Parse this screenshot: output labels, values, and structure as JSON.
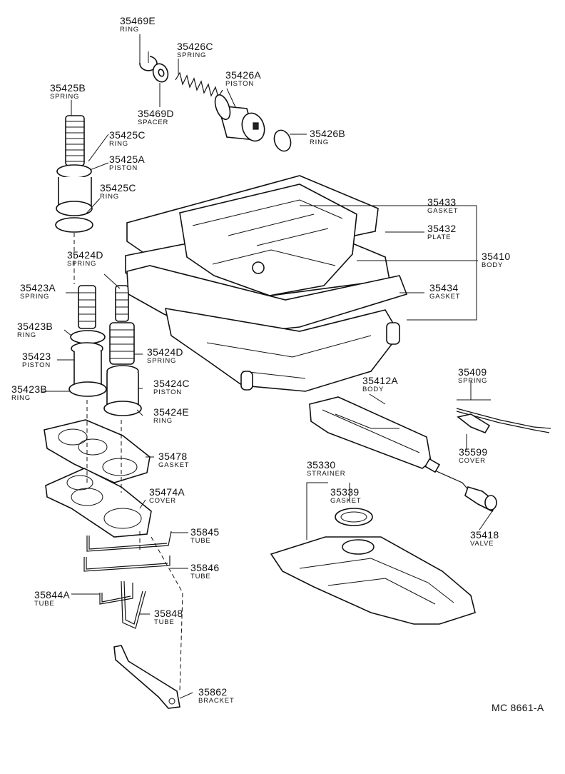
{
  "parts": {
    "p35469E": {
      "number": "35469E",
      "name": "RING"
    },
    "p35426C": {
      "number": "35426C",
      "name": "SPRING"
    },
    "p35425B": {
      "number": "35425B",
      "name": "SPRING"
    },
    "p35426A": {
      "number": "35426A",
      "name": "PISTON"
    },
    "p35469D": {
      "number": "35469D",
      "name": "SPACER"
    },
    "p35425C_1": {
      "number": "35425C",
      "name": "RING"
    },
    "p35426B": {
      "number": "35426B",
      "name": "RING"
    },
    "p35425A": {
      "number": "35425A",
      "name": "PISTON"
    },
    "p35425C_2": {
      "number": "35425C",
      "name": "RING"
    },
    "p35433": {
      "number": "35433",
      "name": "GASKET"
    },
    "p35432": {
      "number": "35432",
      "name": "PLATE"
    },
    "p35424D_1": {
      "number": "35424D",
      "name": "SPRING"
    },
    "p35410": {
      "number": "35410",
      "name": "BODY"
    },
    "p35423A": {
      "number": "35423A",
      "name": "SPRING"
    },
    "p35434": {
      "number": "35434",
      "name": "GASKET"
    },
    "p35423B_1": {
      "number": "35423B",
      "name": "RING"
    },
    "p35424D_2": {
      "number": "35424D",
      "name": "SPRING"
    },
    "p35423": {
      "number": "35423",
      "name": "PISTON"
    },
    "p35409": {
      "number": "35409",
      "name": "SPRING"
    },
    "p35412A": {
      "number": "35412A",
      "name": "BODY"
    },
    "p35424C": {
      "number": "35424C",
      "name": "PISTON"
    },
    "p35423B_2": {
      "number": "35423B",
      "name": "RING"
    },
    "p35424E": {
      "number": "35424E",
      "name": "RING"
    },
    "p35599": {
      "number": "35599",
      "name": "COVER"
    },
    "p35478": {
      "number": "35478",
      "name": "GASKET"
    },
    "p35330": {
      "number": "35330",
      "name": "STRAINER"
    },
    "p35474A": {
      "number": "35474A",
      "name": "COVER"
    },
    "p35339": {
      "number": "35339",
      "name": "GASKET"
    },
    "p35845": {
      "number": "35845",
      "name": "TUBE"
    },
    "p35418": {
      "number": "35418",
      "name": "VALVE"
    },
    "p35846": {
      "number": "35846",
      "name": "TUBE"
    },
    "p35844A": {
      "number": "35844A",
      "name": "TUBE"
    },
    "p35848": {
      "number": "35848",
      "name": "TUBE"
    },
    "p35862": {
      "number": "35862",
      "name": "BRACKET"
    }
  },
  "diagram_code": "MC 8661-A"
}
